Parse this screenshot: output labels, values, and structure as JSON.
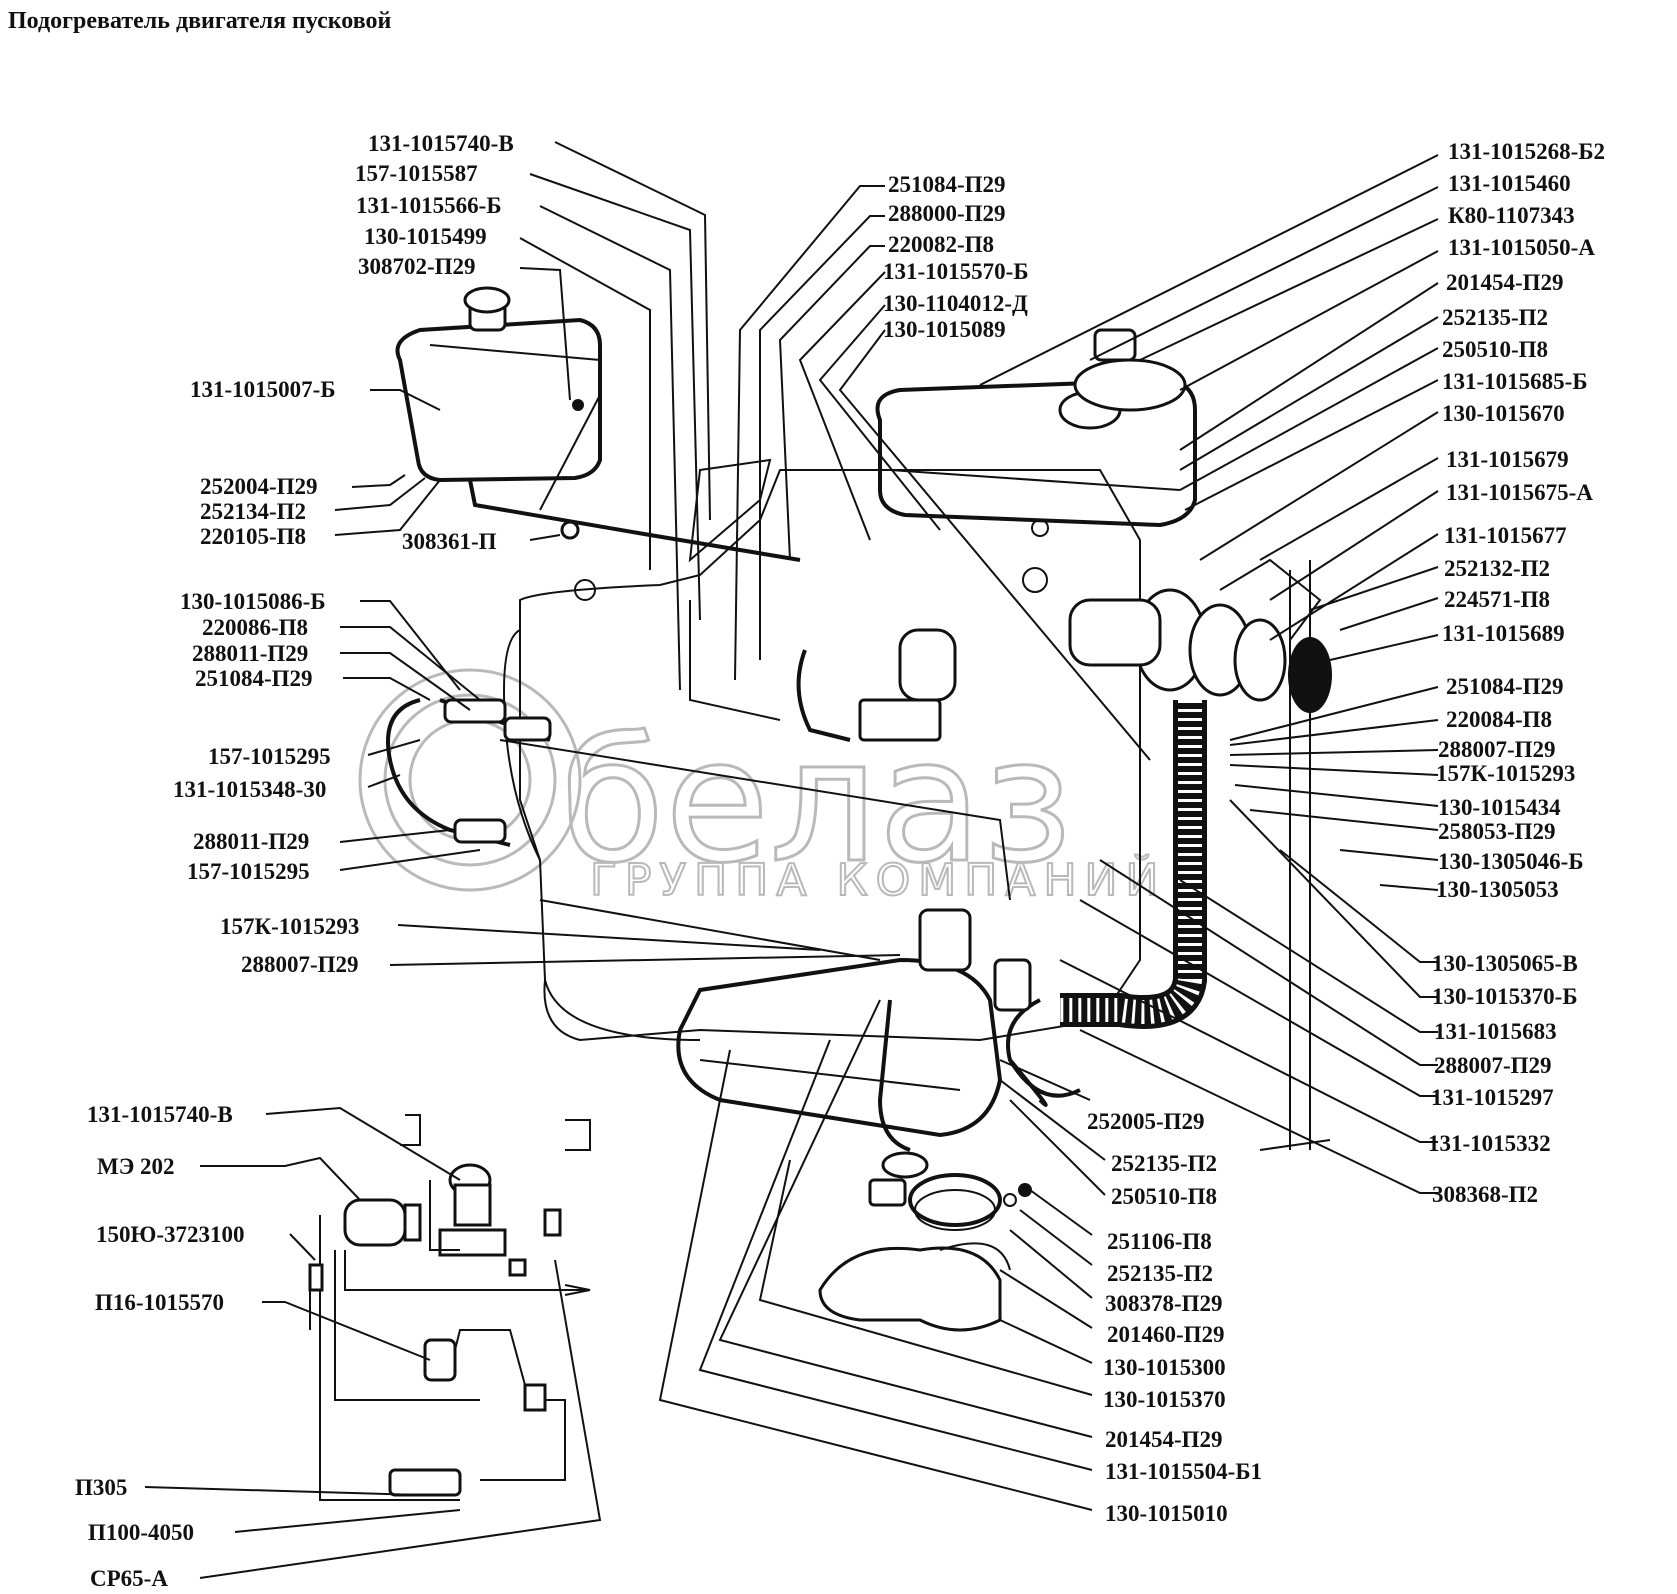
{
  "title": "Подогреватель двигателя пусковой",
  "watermark": {
    "brand": "белАЗ",
    "subtitle": "ГРУППА КОМПАНИЙ"
  },
  "callouts": {
    "top_left": [
      "131-1015740-В",
      "157-1015587",
      "131-1015566-Б",
      "130-1015499",
      "308702-П29"
    ],
    "top_center": [
      "251084-П29",
      "288000-П29",
      "220082-П8",
      "131-1015570-Б",
      "130-1104012-Д",
      "130-1015089"
    ],
    "tank_left": [
      "131-1015007-Б",
      "252004-П29",
      "252134-П2",
      "220105-П8",
      "308361-П"
    ],
    "left_middle": [
      "130-1015086-Б",
      "220086-П8",
      "288011-П29",
      "251084-П29",
      "157-1015295",
      "131-1015348-30",
      "288011-П29",
      "157-1015295",
      "157К-1015293",
      "288007-П29"
    ],
    "right_column": [
      "131-1015268-Б2",
      "131-1015460",
      "К80-1107343",
      "131-1015050-А",
      "201454-П29",
      "252135-П2",
      "250510-П8",
      "131-1015685-Б",
      "130-1015670",
      "131-1015679",
      "131-1015675-А",
      "131-1015677",
      "252132-П2",
      "224571-П8",
      "131-1015689",
      "251084-П29",
      "220084-П8",
      "288007-П29",
      "157К-1015293",
      "130-1015434",
      "258053-П29",
      "130-1305046-Б",
      "130-1305053",
      "130-1305065-В",
      "130-1015370-Б",
      "131-1015683",
      "288007-П29",
      "131-1015297",
      "131-1015332",
      "308368-П2"
    ],
    "bottom_center": [
      "252005-П29",
      "252135-П2",
      "250510-П8",
      "251106-П8",
      "252135-П2",
      "308378-П29",
      "201460-П29",
      "130-1015300",
      "130-1015370",
      "201454-П29",
      "131-1015504-Б1",
      "130-1015010"
    ],
    "bottom_left": [
      "131-1015740-В",
      "МЭ 202",
      "150Ю-3723100",
      "П16-1015570",
      "П305",
      "П100-4050",
      "СР65-А"
    ]
  }
}
